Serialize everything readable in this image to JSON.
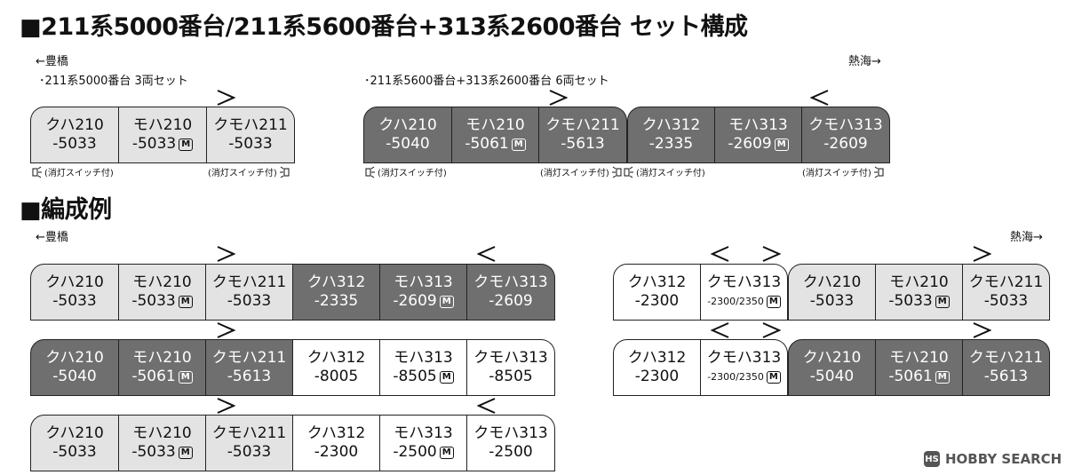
{
  "header": {
    "title_sets": "211系5000番台/211系5600番台+313系2600番台 セット構成",
    "title_examples": "編成例",
    "square": "■"
  },
  "direction": {
    "left": "←豊橋",
    "right": "熱海→"
  },
  "set_a_label": "･211系5000番台 3両セット",
  "set_b_label": "･211系5600番台+313系2600番台 6両セット",
  "light_note": "(消灯スイッチ付)",
  "motor_mark": "M",
  "watermark": "HOBBY SEARCH",
  "colors": {
    "light_car": "#e3e3e3",
    "dark_car": "#6f6f6f",
    "white_car": "#ffffff",
    "outline": "#222222"
  },
  "trains": {
    "set_a": [
      {
        "name": "クハ210",
        "num": "-5033",
        "motor": false
      },
      {
        "name": "モハ210",
        "num": "-5033",
        "motor": true
      },
      {
        "name": "クモハ211",
        "num": "-5033",
        "motor": false
      }
    ],
    "set_b": [
      {
        "name": "クハ210",
        "num": "-5040",
        "motor": false
      },
      {
        "name": "モハ210",
        "num": "-5061",
        "motor": true
      },
      {
        "name": "クモハ211",
        "num": "-5613",
        "motor": false
      },
      {
        "name": "クハ312",
        "num": "-2335",
        "motor": false
      },
      {
        "name": "モハ313",
        "num": "-2609",
        "motor": true
      },
      {
        "name": "クモハ313",
        "num": "-2609",
        "motor": false
      }
    ],
    "ex1": [
      {
        "name": "クハ210",
        "num": "-5033",
        "motor": false
      },
      {
        "name": "モハ210",
        "num": "-5033",
        "motor": true
      },
      {
        "name": "クモハ211",
        "num": "-5033",
        "motor": false
      },
      {
        "name": "クハ312",
        "num": "-2335",
        "motor": false
      },
      {
        "name": "モハ313",
        "num": "-2609",
        "motor": true
      },
      {
        "name": "クモハ313",
        "num": "-2609",
        "motor": false
      }
    ],
    "ex2": [
      {
        "name": "クハ210",
        "num": "-5040",
        "motor": false
      },
      {
        "name": "モハ210",
        "num": "-5061",
        "motor": true
      },
      {
        "name": "クモハ211",
        "num": "-5613",
        "motor": false
      },
      {
        "name": "クハ312",
        "num": "-8005",
        "motor": false
      },
      {
        "name": "モハ313",
        "num": "-8505",
        "motor": true
      },
      {
        "name": "クモハ313",
        "num": "-8505",
        "motor": false
      }
    ],
    "ex3": [
      {
        "name": "クハ210",
        "num": "-5033",
        "motor": false
      },
      {
        "name": "モハ210",
        "num": "-5033",
        "motor": true
      },
      {
        "name": "クモハ211",
        "num": "-5033",
        "motor": false
      },
      {
        "name": "クハ312",
        "num": "-2300",
        "motor": false
      },
      {
        "name": "モハ313",
        "num": "-2500",
        "motor": true
      },
      {
        "name": "クモハ313",
        "num": "-2500",
        "motor": false
      }
    ],
    "ex4": [
      {
        "name": "クハ312",
        "num": "-2300",
        "motor": false
      },
      {
        "name": "クモハ313",
        "num": "-2300/2350",
        "motor": true
      },
      {
        "name": "クハ210",
        "num": "-5033",
        "motor": false
      },
      {
        "name": "モハ210",
        "num": "-5033",
        "motor": true
      },
      {
        "name": "クモハ211",
        "num": "-5033",
        "motor": false
      }
    ],
    "ex5": [
      {
        "name": "クハ312",
        "num": "-2300",
        "motor": false
      },
      {
        "name": "クモハ313",
        "num": "-2300/2350",
        "motor": true
      },
      {
        "name": "クハ210",
        "num": "-5040",
        "motor": false
      },
      {
        "name": "モハ210",
        "num": "-5061",
        "motor": true
      },
      {
        "name": "クモハ211",
        "num": "-5613",
        "motor": false
      }
    ]
  }
}
